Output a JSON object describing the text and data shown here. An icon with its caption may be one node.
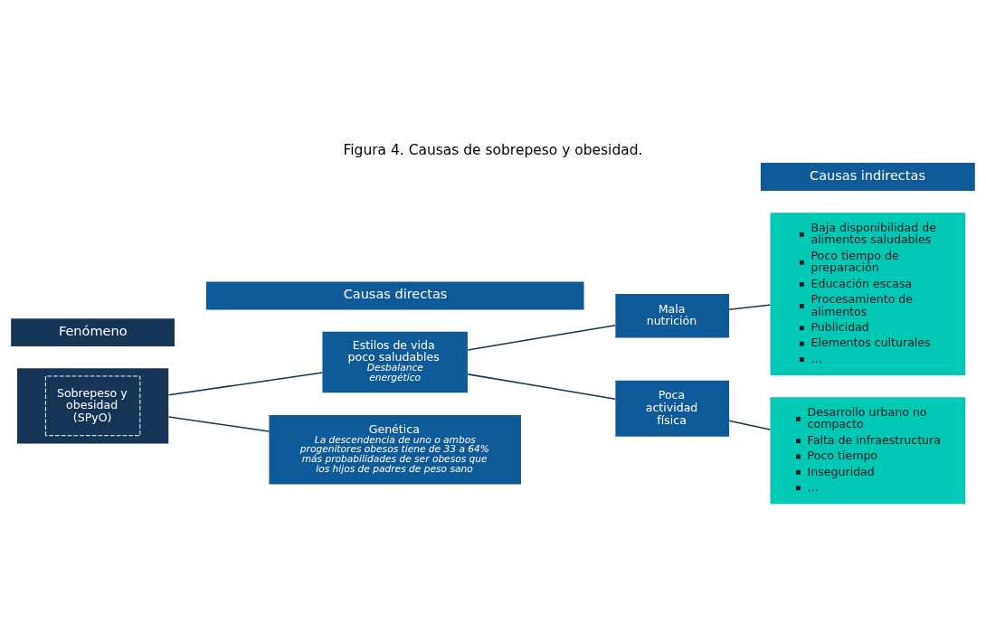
{
  "diagram": {
    "title": "Figura 4. Causas de sobrepeso y obesidad.",
    "nodes": [
      {
        "text": [
          "Fenómeno"
        ]
      },
      {
        "text": [
          "Causas directas"
        ]
      },
      {
        "text": [
          "Causas indirectas"
        ]
      },
      {
        "text": [
          "Sobrepeso y obesidad (SPyO)"
        ]
      },
      {
        "text": [
          "Estilos de vida poco saludables",
          "Desbalance energético"
        ]
      },
      {
        "text": [
          "Genética",
          "La descendencia de uno o ambos progenitores obesos tiene de 33 a 64% más probabilidades de ser obesos que los hijos de padres de peso sano"
        ]
      },
      {
        "text": [
          "Mala nutrición"
        ]
      },
      {
        "text": [
          "Poca actividad física"
        ]
      },
      {
        "text": [
          "Baja disponibilidad de alimentos saludables",
          "Poco tiempo de preparación",
          "Educación escasa",
          "Procesamiento de alimentos",
          "Publicidad",
          "Elementos culturales",
          "…"
        ]
      },
      {
        "text": [
          "Desarrollo urbano no compacto",
          "Falta de infraestructura",
          "Poco tiempo",
          "Inseguridad",
          "…"
        ]
      }
    ],
    "edges": [
      {
        "from": 3,
        "to": 4,
        "arrow": "none"
      },
      {
        "from": 3,
        "to": 5,
        "arrow": "none"
      },
      {
        "from": 4,
        "to": 6,
        "arrow": "none"
      },
      {
        "from": 4,
        "to": 7,
        "arrow": "none"
      },
      {
        "from": 6,
        "to": 8,
        "arrow": "none"
      },
      {
        "from": 7,
        "to": 9,
        "arrow": "none"
      }
    ]
  }
}
